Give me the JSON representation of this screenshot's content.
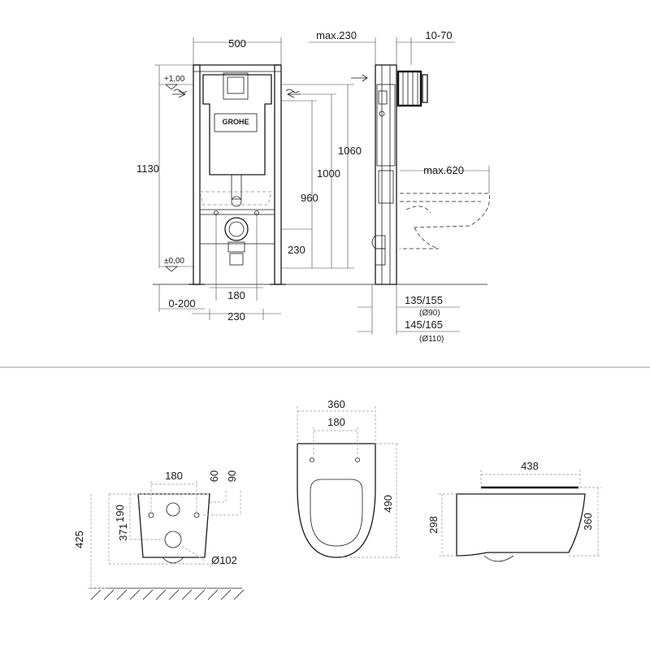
{
  "frame_front": {
    "width_500": "500",
    "height_1130": "1130",
    "level_top": "+1,00",
    "level_zero": "±0,00",
    "height_1060": "1060",
    "height_1000": "1000",
    "height_960": "960",
    "height_230": "230",
    "spacing_180": "180",
    "spacing_230": "230",
    "range_0_200": "0-200",
    "brand_logo": "GROHE"
  },
  "frame_side": {
    "max_230": "max.230",
    "range_10_70": "10-70",
    "max_620": "max.620",
    "d1": "135/155",
    "d1_pipe": "(Ø90)",
    "d2": "145/165",
    "d2_pipe": "(Ø110)"
  },
  "bowl_side": {
    "h_425": "425",
    "h_371": "371",
    "h_190": "190",
    "w_180": "180",
    "d_60": "60",
    "d_90": "90",
    "outlet": "Ø102"
  },
  "bowl_top": {
    "w_360": "360",
    "w_180": "180",
    "l_490": "490"
  },
  "bowl_profile": {
    "l_438": "438",
    "h_298": "298",
    "h_360": "360"
  }
}
